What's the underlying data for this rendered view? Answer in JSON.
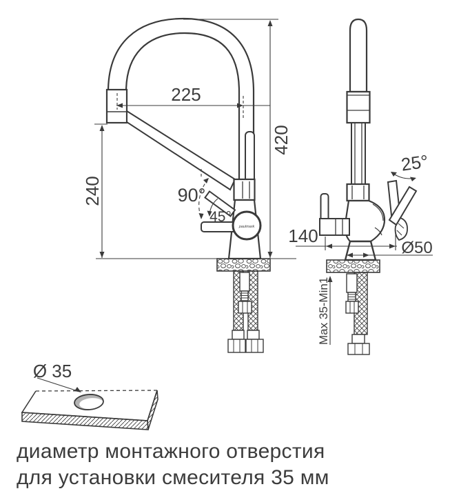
{
  "page": {
    "background": "#ffffff"
  },
  "colors": {
    "line": "#3a3a3a",
    "text": "#3d3d3d",
    "hole_shade": "#b3b3b3"
  },
  "drawing": {
    "front_view": {
      "width_mm": "225",
      "height_mm": "420",
      "spout_height_mm": "240",
      "handle_angle_max": "90°",
      "handle_angle_mid": "45°",
      "brand": "paulmark"
    },
    "side_view": {
      "handle_tilt": "25°",
      "depth_mm": "140",
      "base_diameter": "Ø50",
      "deck_thickness": "Max 35-Min1"
    },
    "mounting_hole": {
      "diameter": "Ø 35"
    },
    "caption": {
      "line1": "диаметр монтажного отверстия",
      "line2": "для установки смесителя 35 мм"
    }
  }
}
